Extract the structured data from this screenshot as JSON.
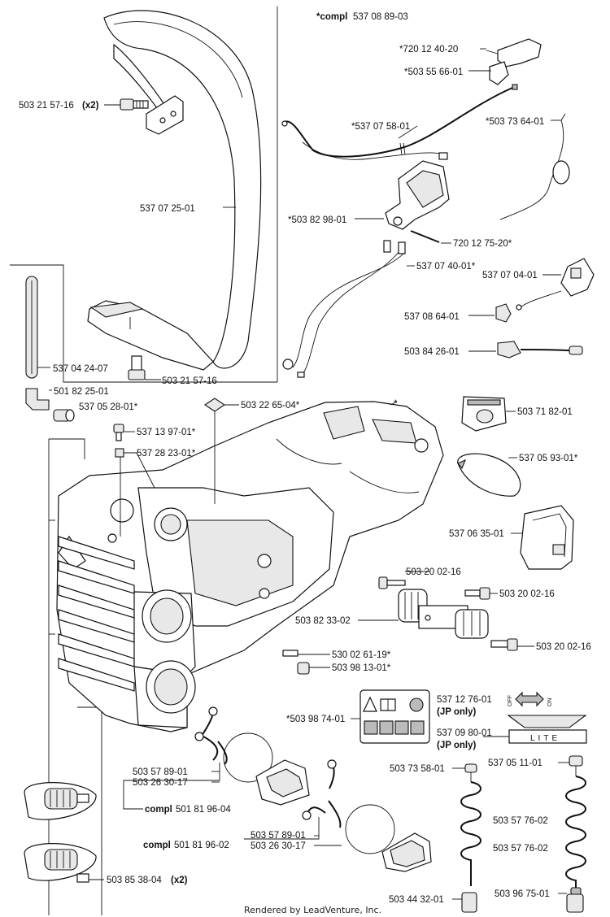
{
  "labels": {
    "kit_compl": "*compl",
    "kit_compl_num": "537 08 89-03",
    "p_720_12_40_20": "*720 12 40-20",
    "p_503_55_66_01": "*503 55 66-01",
    "p_503_21_57_16_x2": "503 21 57-16",
    "x2_a": "(x2)",
    "p_537_07_58_01": "*537 07 58-01",
    "p_503_73_64_01": "*503 73 64-01",
    "p_537_07_25_01": "537 07 25-01",
    "p_503_82_98_01": "*503 82 98-01",
    "p_720_12_75_20": "720 12 75-20*",
    "p_537_07_40_01": "537 07 40-01*",
    "p_537_07_04_01": "537 07 04-01",
    "p_537_08_64_01": "537 08 64-01",
    "p_503_84_26_01": "503 84 26-01",
    "p_537_04_24_07": "537 04 24-07",
    "p_503_21_57_16": "503 21 57-16",
    "p_501_82_25_01": "501 82 25-01",
    "p_537_05_28_01": "537 05 28-01*",
    "p_503_22_65_04": "503 22 65-04*",
    "star": "*",
    "p_503_71_82_01": "503 71 82-01",
    "p_537_13_97_01": "537 13 97-01*",
    "p_537_28_23_01": "537 28 23-01*",
    "p_537_05_93_01": "537 05 93-01*",
    "p_537_06_35_01": "537 06 35-01",
    "p_503_20_02_16_a": "503 20 02-16",
    "p_503_20_02_16_b": "503 20 02-16",
    "p_503_82_33_02": "503 82 33-02",
    "p_503_20_02_16_c": "503 20 02-16",
    "p_530_02_61_19": "530 02 61-19*",
    "p_503_98_13_01": "503 98 13-01*",
    "p_537_12_76_01": "537 12 76-01",
    "jp_only_a": "(JP only)",
    "p_503_98_74_01": "*503 98 74-01",
    "p_537_09_80_01": "537 09 80-01",
    "jp_only_b": "(JP only)",
    "p_503_57_89_01_a": "503 57 89-01",
    "p_503_26_30_17_a": "503 26 30-17",
    "compl_a": "compl",
    "compl_a_num": "501 81 96-04",
    "p_503_73_58_01": "503 73 58-01",
    "p_537_05_11_01": "537 05 11-01",
    "p_503_57_76_02_a": "503 57 76-02",
    "p_503_57_89_01_b": "503 57 89-01",
    "compl_b": "compl",
    "compl_b_num": "501 81 96-02",
    "p_503_26_30_17_b": "503 26 30-17",
    "p_503_57_76_02_b": "503 57 76-02",
    "p_503_85_38_04": "503 85 38-04",
    "x2_b": "(x2)",
    "p_503_44_32_01": "503 44 32-01",
    "p_503_96_75_01": "503 96 75-01",
    "lite": "LITE",
    "off": "OFF",
    "on": "ON",
    "footer": "Rendered by LeadVenture, Inc."
  }
}
